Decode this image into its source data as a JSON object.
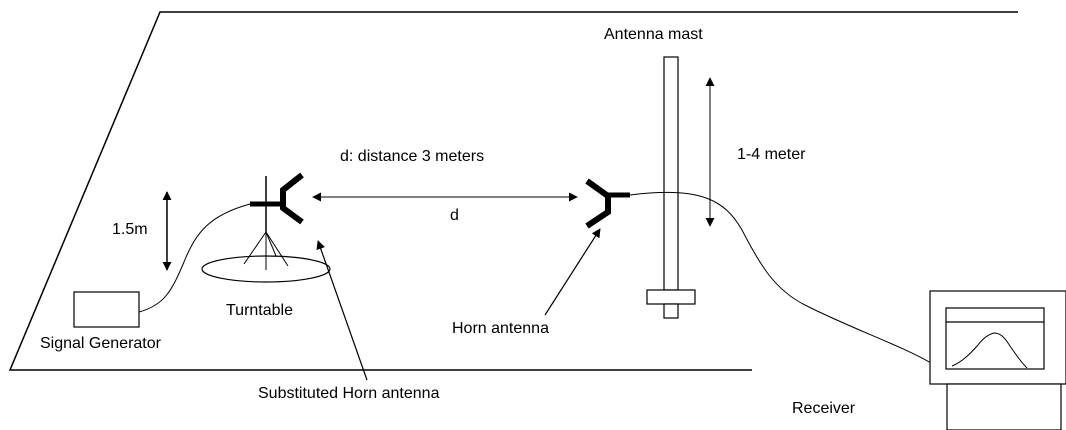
{
  "labels": {
    "antenna_mast": "Antenna mast",
    "distance_title": "d: distance 3 meters",
    "distance_symbol": "d",
    "height_range": "1-4 meter",
    "source_height": "1.5m",
    "turntable": "Turntable",
    "signal_generator": "Signal Generator",
    "horn_antenna": "Horn antenna",
    "substituted_horn_antenna": "Substituted Horn antenna",
    "receiver": "Receiver"
  }
}
